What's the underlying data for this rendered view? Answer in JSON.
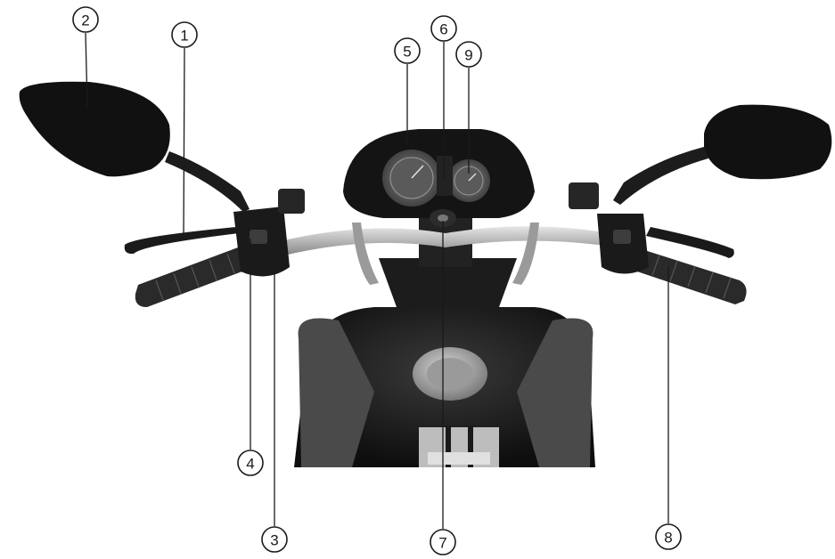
{
  "figure": {
    "subject": "motorcycle-handlebar-controls",
    "callouts": [
      {
        "number": "1",
        "part": "lever"
      },
      {
        "number": "2",
        "part": "mirror"
      },
      {
        "number": "3",
        "part": "switch"
      },
      {
        "number": "4",
        "part": "switch"
      },
      {
        "number": "5",
        "part": "instrument-panel"
      },
      {
        "number": "6",
        "part": "instrument-panel"
      },
      {
        "number": "7",
        "part": "ignition"
      },
      {
        "number": "8",
        "part": "throttle-grip"
      },
      {
        "number": "9",
        "part": "gauge"
      }
    ]
  }
}
